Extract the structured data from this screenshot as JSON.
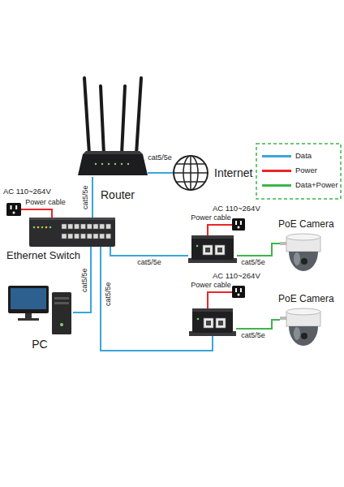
{
  "diagram": {
    "nodes": [
      {
        "text": [
          "Router"
        ]
      },
      {
        "text": [
          "Internet"
        ]
      },
      {
        "text": [
          "AC 110~264V"
        ]
      },
      {
        "text": [
          "Ethernet Switch"
        ]
      },
      {
        "text": [
          "AC 110~264V"
        ]
      },
      {
        "text": []
      },
      {
        "text": [
          "PoE Camera"
        ]
      },
      {
        "text": [
          "AC 110~264V"
        ]
      },
      {
        "text": []
      },
      {
        "text": [
          "PoE Camera"
        ]
      },
      {
        "text": [
          "PC"
        ]
      }
    ],
    "edges": [
      {
        "from": 0,
        "to": 1,
        "arrow": "none",
        "label": "cat5/5e"
      },
      {
        "from": 0,
        "to": 3,
        "arrow": "none",
        "label": "cat5/5e"
      },
      {
        "from": 2,
        "to": 3,
        "arrow": "none",
        "label": "Power cable"
      },
      {
        "from": 3,
        "to": 5,
        "arrow": "none",
        "label": "cat5/5e"
      },
      {
        "from": 4,
        "to": 5,
        "arrow": "none",
        "label": "Power cable"
      },
      {
        "from": 5,
        "to": 6,
        "arrow": "none",
        "label": "cat5/5e"
      },
      {
        "from": 3,
        "to": 8,
        "arrow": "none",
        "label": "cat5/5e"
      },
      {
        "from": 7,
        "to": 8,
        "arrow": "none",
        "label": "Power cable"
      },
      {
        "from": 8,
        "to": 9,
        "arrow": "none",
        "label": "cat5/5e"
      },
      {
        "from": 3,
        "to": 10,
        "arrow": "none",
        "label": "cat5/5e"
      }
    ],
    "legend": [
      {
        "text": "Data",
        "color": "#3aa5dc"
      },
      {
        "text": "Power",
        "color": "#e8262a"
      },
      {
        "text": "Data+Power",
        "color": "#3db54a"
      }
    ]
  }
}
